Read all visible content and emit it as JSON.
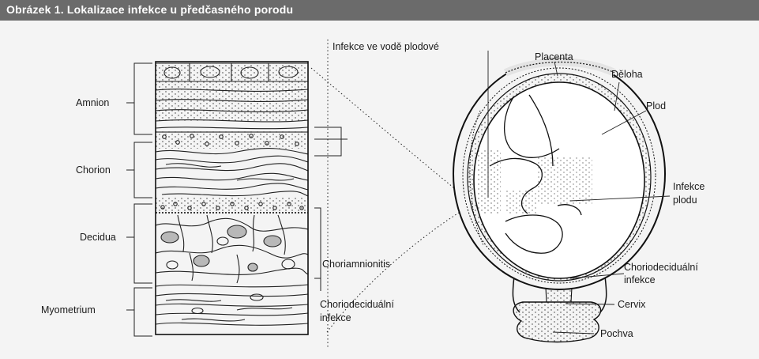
{
  "title": "Obrázek 1. Lokalizace infekce u předčasného porodu",
  "layer_labels": {
    "amnion": "Amnion",
    "chorion": "Chorion",
    "decidua": "Decidua",
    "myometrium": "Myometrium"
  },
  "bracket_labels": {
    "choriamnionitis": "Choriamnionitis",
    "choriodecidual_line1": "Choriodeciduální",
    "choriodecidual_line2": "infekce"
  },
  "uterus_labels": {
    "amniotic_infection": "Infekce ve vodě plodové",
    "placenta": "Placenta",
    "uterus": "Děloha",
    "fetus": "Plod",
    "fetal_infection_line1": "Infekce",
    "fetal_infection_line2": "plodu",
    "choriodecidual_line1": "Choriodeciduální",
    "choriodecidual_line2": "infekce",
    "cervix": "Cervix",
    "vagina": "Pochva"
  }
}
